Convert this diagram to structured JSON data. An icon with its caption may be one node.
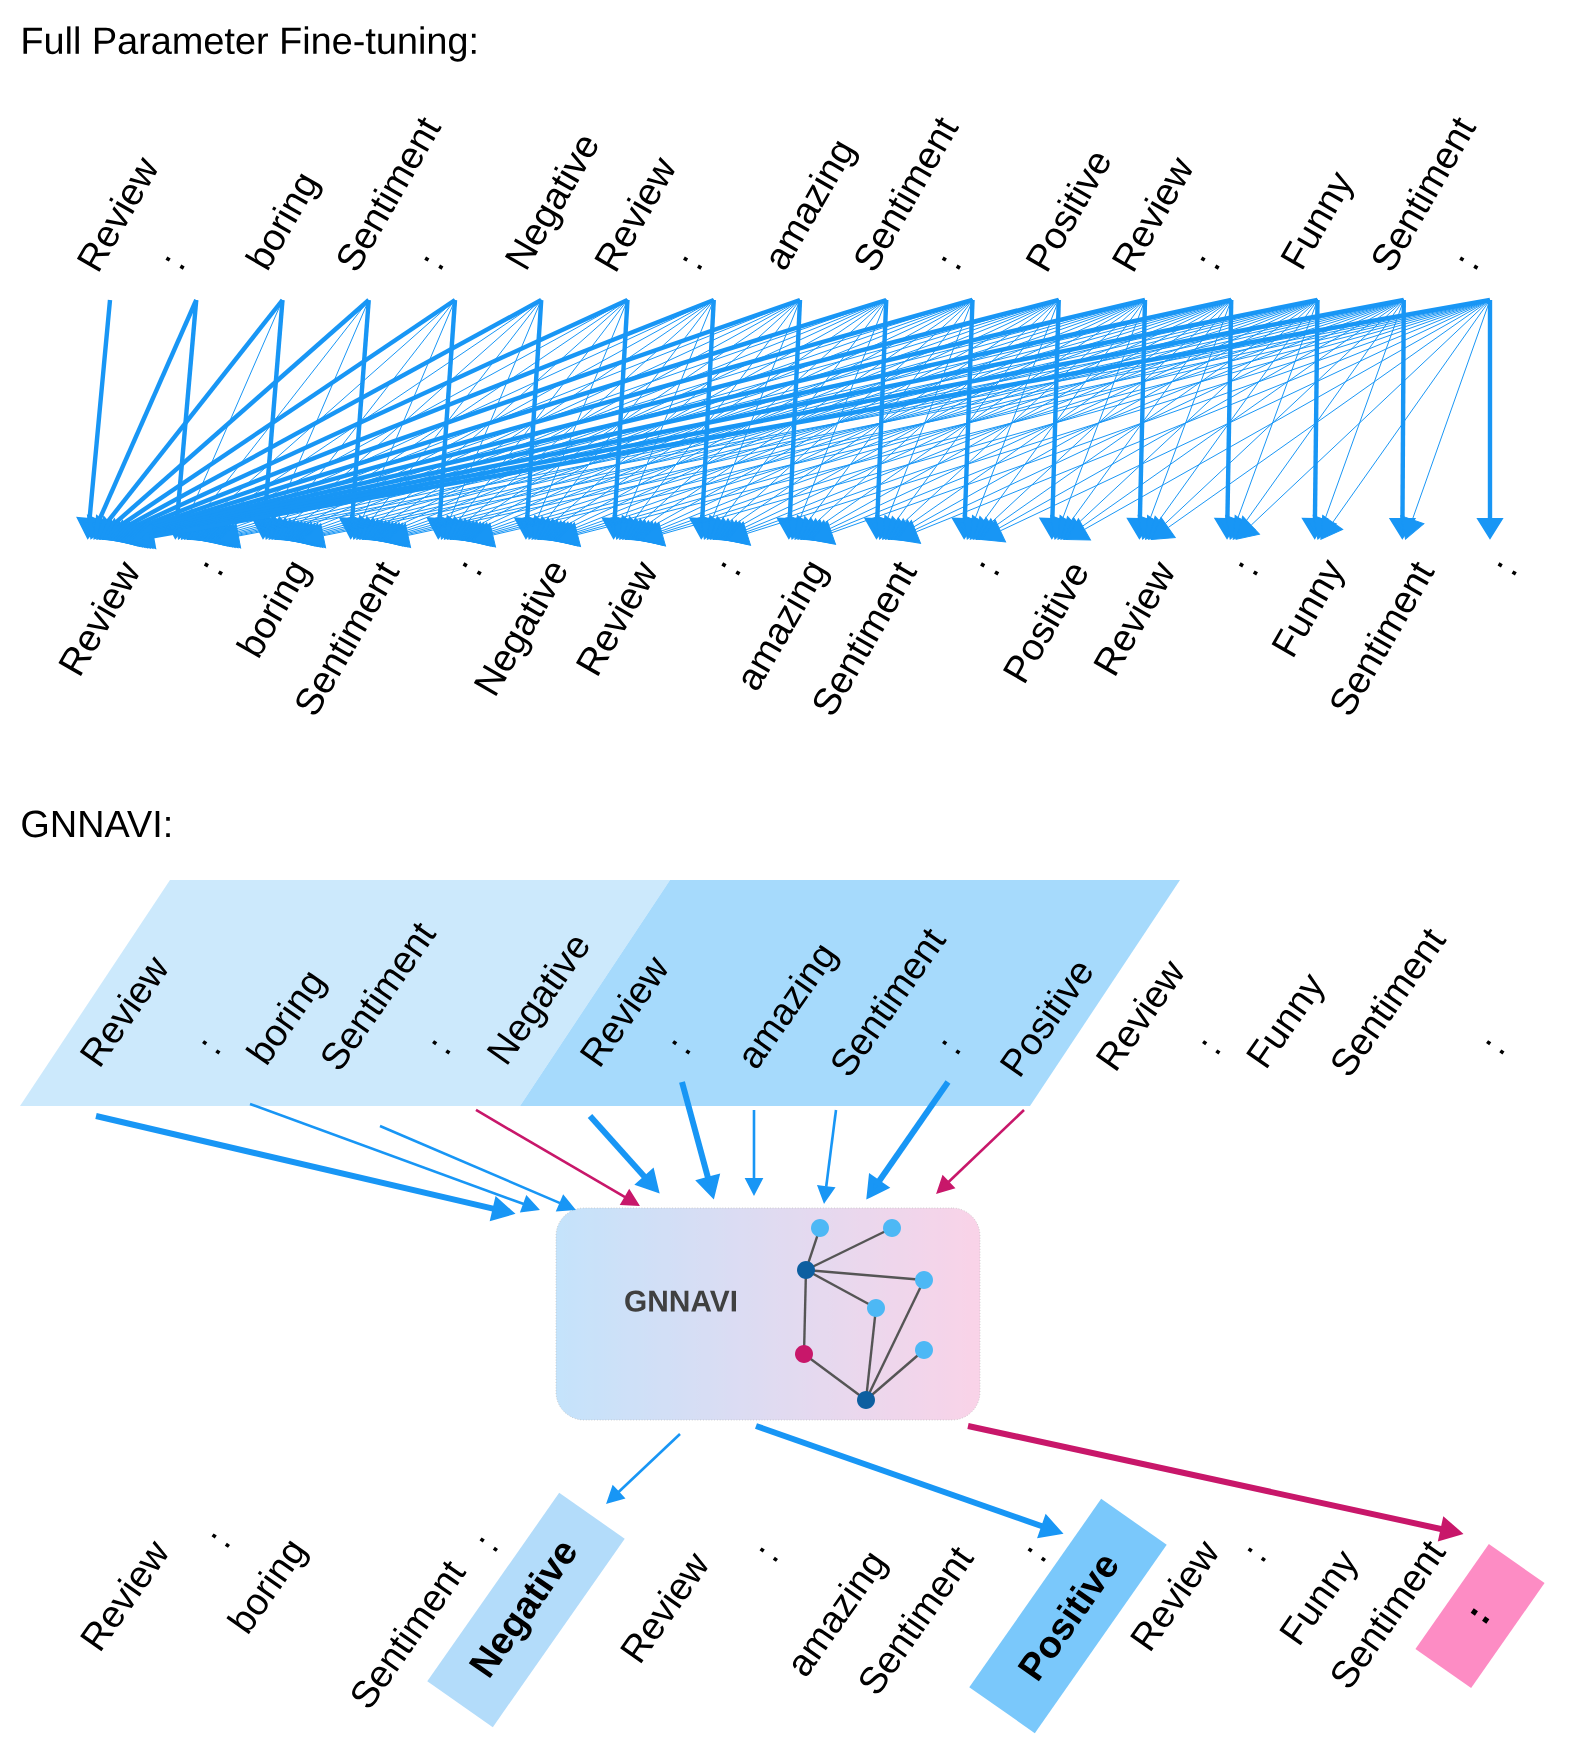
{
  "diagram": {
    "nodes": [
      {
        "text": [
          "Review"
        ]
      },
      {
        "text": [
          ":"
        ]
      },
      {
        "text": [
          "boring"
        ]
      },
      {
        "text": [
          "Sentiment"
        ]
      },
      {
        "text": [
          ":"
        ]
      },
      {
        "text": [
          "Negative"
        ]
      },
      {
        "text": [
          "Review"
        ]
      },
      {
        "text": [
          ":"
        ]
      },
      {
        "text": [
          "amazing"
        ]
      },
      {
        "text": [
          "Sentiment"
        ]
      },
      {
        "text": [
          ":"
        ]
      },
      {
        "text": [
          "Positive"
        ]
      },
      {
        "text": [
          "Review"
        ]
      },
      {
        "text": [
          ":"
        ]
      },
      {
        "text": [
          "Funny"
        ]
      },
      {
        "text": [
          "Sentiment"
        ]
      },
      {
        "text": [
          ":"
        ]
      },
      {
        "text": [
          "Review"
        ]
      },
      {
        "text": [
          ":"
        ]
      },
      {
        "text": [
          "boring"
        ]
      },
      {
        "text": [
          "Sentiment"
        ]
      },
      {
        "text": [
          ":"
        ]
      },
      {
        "text": [
          "Negative"
        ]
      },
      {
        "text": [
          "Review"
        ]
      },
      {
        "text": [
          ":"
        ]
      },
      {
        "text": [
          "amazing"
        ]
      },
      {
        "text": [
          "Sentiment"
        ]
      },
      {
        "text": [
          ":"
        ]
      },
      {
        "text": [
          "Positive"
        ]
      },
      {
        "text": [
          "Review"
        ]
      },
      {
        "text": [
          ":"
        ]
      },
      {
        "text": [
          "Funny"
        ]
      },
      {
        "text": [
          "Sentiment"
        ]
      },
      {
        "text": [
          ":"
        ]
      },
      {
        "text": [],
        "shape": "parallelogram"
      },
      {
        "text": [
          "Review"
        ],
        "in": 34
      },
      {
        "text": [
          ":"
        ],
        "in": 34
      },
      {
        "text": [
          "boring"
        ],
        "in": 34
      },
      {
        "text": [
          "Sentiment"
        ],
        "in": 34
      },
      {
        "text": [
          ":"
        ],
        "in": 34
      },
      {
        "text": [
          "Negative"
        ],
        "in": 34
      },
      {
        "text": [],
        "shape": "parallelogram"
      },
      {
        "text": [
          "Review"
        ],
        "in": 41
      },
      {
        "text": [
          ":"
        ],
        "in": 41
      },
      {
        "text": [
          "amazing"
        ],
        "in": 41
      },
      {
        "text": [
          "Sentiment"
        ],
        "in": 41
      },
      {
        "text": [
          ":"
        ],
        "in": 41
      },
      {
        "text": [
          "Positive"
        ],
        "in": 41
      },
      {
        "text": [
          "Review"
        ]
      },
      {
        "text": [
          ":"
        ]
      },
      {
        "text": [
          "Funny"
        ]
      },
      {
        "text": [
          "Sentiment"
        ]
      },
      {
        "text": [
          ":"
        ]
      },
      {
        "text": [
          "GNNAVI"
        ]
      },
      {
        "text": [
          "Negative"
        ]
      },
      {
        "text": [
          "Positive"
        ]
      },
      {
        "text": [
          ":"
        ]
      }
    ],
    "edges": [
      {
        "from": 0,
        "to": 17,
        "arrow": "to",
        "style": "thick"
      },
      {
        "from": 1,
        "to": 17,
        "arrow": "to",
        "style": "thick"
      },
      {
        "from": 1,
        "to": 18,
        "arrow": "to",
        "style": "thick"
      },
      {
        "from": 2,
        "to": 17,
        "arrow": "to",
        "style": "thick"
      },
      {
        "from": 2,
        "to": 18,
        "arrow": "to"
      },
      {
        "from": 2,
        "to": 19,
        "arrow": "to",
        "style": "thick"
      },
      {
        "from": 3,
        "to": 17,
        "arrow": "to",
        "style": "thick"
      },
      {
        "from": 3,
        "to": 18,
        "arrow": "to"
      },
      {
        "from": 3,
        "to": 19,
        "arrow": "to"
      },
      {
        "from": 3,
        "to": 20,
        "arrow": "to",
        "style": "thick"
      },
      {
        "from": 4,
        "to": 17,
        "arrow": "to",
        "style": "thick"
      },
      {
        "from": 4,
        "to": 18,
        "arrow": "to"
      },
      {
        "from": 4,
        "to": 19,
        "arrow": "to"
      },
      {
        "from": 4,
        "to": 20,
        "arrow": "to"
      },
      {
        "from": 4,
        "to": 21,
        "arrow": "to",
        "style": "thick"
      },
      {
        "from": 5,
        "to": 17,
        "arrow": "to",
        "style": "thick"
      },
      {
        "from": 5,
        "to": 18,
        "arrow": "to"
      },
      {
        "from": 5,
        "to": 19,
        "arrow": "to"
      },
      {
        "from": 5,
        "to": 20,
        "arrow": "to"
      },
      {
        "from": 5,
        "to": 21,
        "arrow": "to"
      },
      {
        "from": 5,
        "to": 22,
        "arrow": "to",
        "style": "thick"
      },
      {
        "from": 6,
        "to": 17,
        "arrow": "to",
        "style": "thick"
      },
      {
        "from": 6,
        "to": 18,
        "arrow": "to"
      },
      {
        "from": 6,
        "to": 19,
        "arrow": "to"
      },
      {
        "from": 6,
        "to": 20,
        "arrow": "to"
      },
      {
        "from": 6,
        "to": 21,
        "arrow": "to"
      },
      {
        "from": 6,
        "to": 22,
        "arrow": "to"
      },
      {
        "from": 6,
        "to": 23,
        "arrow": "to",
        "style": "thick"
      },
      {
        "from": 7,
        "to": 17,
        "arrow": "to",
        "style": "thick"
      },
      {
        "from": 7,
        "to": 18,
        "arrow": "to"
      },
      {
        "from": 7,
        "to": 19,
        "arrow": "to"
      },
      {
        "from": 7,
        "to": 20,
        "arrow": "to"
      },
      {
        "from": 7,
        "to": 21,
        "arrow": "to"
      },
      {
        "from": 7,
        "to": 22,
        "arrow": "to"
      },
      {
        "from": 7,
        "to": 23,
        "arrow": "to"
      },
      {
        "from": 7,
        "to": 24,
        "arrow": "to",
        "style": "thick"
      },
      {
        "from": 8,
        "to": 17,
        "arrow": "to",
        "style": "thick"
      },
      {
        "from": 8,
        "to": 18,
        "arrow": "to"
      },
      {
        "from": 8,
        "to": 19,
        "arrow": "to"
      },
      {
        "from": 8,
        "to": 20,
        "arrow": "to"
      },
      {
        "from": 8,
        "to": 21,
        "arrow": "to"
      },
      {
        "from": 8,
        "to": 22,
        "arrow": "to"
      },
      {
        "from": 8,
        "to": 23,
        "arrow": "to"
      },
      {
        "from": 8,
        "to": 24,
        "arrow": "to"
      },
      {
        "from": 8,
        "to": 25,
        "arrow": "to",
        "style": "thick"
      },
      {
        "from": 9,
        "to": 17,
        "arrow": "to",
        "style": "thick"
      },
      {
        "from": 9,
        "to": 18,
        "arrow": "to"
      },
      {
        "from": 9,
        "to": 19,
        "arrow": "to"
      },
      {
        "from": 9,
        "to": 20,
        "arrow": "to"
      },
      {
        "from": 9,
        "to": 21,
        "arrow": "to"
      },
      {
        "from": 9,
        "to": 22,
        "arrow": "to"
      },
      {
        "from": 9,
        "to": 23,
        "arrow": "to"
      },
      {
        "from": 9,
        "to": 24,
        "arrow": "to"
      },
      {
        "from": 9,
        "to": 25,
        "arrow": "to"
      },
      {
        "from": 9,
        "to": 26,
        "arrow": "to",
        "style": "thick"
      },
      {
        "from": 10,
        "to": 17,
        "arrow": "to",
        "style": "thick"
      },
      {
        "from": 10,
        "to": 18,
        "arrow": "to"
      },
      {
        "from": 10,
        "to": 19,
        "arrow": "to"
      },
      {
        "from": 10,
        "to": 20,
        "arrow": "to"
      },
      {
        "from": 10,
        "to": 21,
        "arrow": "to"
      },
      {
        "from": 10,
        "to": 22,
        "arrow": "to"
      },
      {
        "from": 10,
        "to": 23,
        "arrow": "to"
      },
      {
        "from": 10,
        "to": 24,
        "arrow": "to"
      },
      {
        "from": 10,
        "to": 25,
        "arrow": "to"
      },
      {
        "from": 10,
        "to": 26,
        "arrow": "to"
      },
      {
        "from": 10,
        "to": 27,
        "arrow": "to",
        "style": "thick"
      },
      {
        "from": 11,
        "to": 17,
        "arrow": "to",
        "style": "thick"
      },
      {
        "from": 11,
        "to": 18,
        "arrow": "to"
      },
      {
        "from": 11,
        "to": 19,
        "arrow": "to"
      },
      {
        "from": 11,
        "to": 20,
        "arrow": "to"
      },
      {
        "from": 11,
        "to": 21,
        "arrow": "to"
      },
      {
        "from": 11,
        "to": 22,
        "arrow": "to"
      },
      {
        "from": 11,
        "to": 23,
        "arrow": "to"
      },
      {
        "from": 11,
        "to": 24,
        "arrow": "to"
      },
      {
        "from": 11,
        "to": 25,
        "arrow": "to"
      },
      {
        "from": 11,
        "to": 26,
        "arrow": "to"
      },
      {
        "from": 11,
        "to": 27,
        "arrow": "to"
      },
      {
        "from": 11,
        "to": 28,
        "arrow": "to",
        "style": "thick"
      },
      {
        "from": 12,
        "to": 17,
        "arrow": "to",
        "style": "thick"
      },
      {
        "from": 12,
        "to": 18,
        "arrow": "to"
      },
      {
        "from": 12,
        "to": 19,
        "arrow": "to"
      },
      {
        "from": 12,
        "to": 20,
        "arrow": "to"
      },
      {
        "from": 12,
        "to": 21,
        "arrow": "to"
      },
      {
        "from": 12,
        "to": 22,
        "arrow": "to"
      },
      {
        "from": 12,
        "to": 23,
        "arrow": "to"
      },
      {
        "from": 12,
        "to": 24,
        "arrow": "to"
      },
      {
        "from": 12,
        "to": 25,
        "arrow": "to"
      },
      {
        "from": 12,
        "to": 26,
        "arrow": "to"
      },
      {
        "from": 12,
        "to": 27,
        "arrow": "to"
      },
      {
        "from": 12,
        "to": 28,
        "arrow": "to"
      },
      {
        "from": 12,
        "to": 29,
        "arrow": "to",
        "style": "thick"
      },
      {
        "from": 13,
        "to": 17,
        "arrow": "to",
        "style": "thick"
      },
      {
        "from": 13,
        "to": 18,
        "arrow": "to"
      },
      {
        "from": 13,
        "to": 19,
        "arrow": "to"
      },
      {
        "from": 13,
        "to": 20,
        "arrow": "to"
      },
      {
        "from": 13,
        "to": 21,
        "arrow": "to"
      },
      {
        "from": 13,
        "to": 22,
        "arrow": "to"
      },
      {
        "from": 13,
        "to": 23,
        "arrow": "to"
      },
      {
        "from": 13,
        "to": 24,
        "arrow": "to"
      },
      {
        "from": 13,
        "to": 25,
        "arrow": "to"
      },
      {
        "from": 13,
        "to": 26,
        "arrow": "to"
      },
      {
        "from": 13,
        "to": 27,
        "arrow": "to"
      },
      {
        "from": 13,
        "to": 28,
        "arrow": "to"
      },
      {
        "from": 13,
        "to": 29,
        "arrow": "to"
      },
      {
        "from": 13,
        "to": 30,
        "arrow": "to",
        "style": "thick"
      },
      {
        "from": 14,
        "to": 17,
        "arrow": "to",
        "style": "thick"
      },
      {
        "from": 14,
        "to": 18,
        "arrow": "to"
      },
      {
        "from": 14,
        "to": 19,
        "arrow": "to"
      },
      {
        "from": 14,
        "to": 20,
        "arrow": "to"
      },
      {
        "from": 14,
        "to": 21,
        "arrow": "to"
      },
      {
        "from": 14,
        "to": 22,
        "arrow": "to"
      },
      {
        "from": 14,
        "to": 23,
        "arrow": "to"
      },
      {
        "from": 14,
        "to": 24,
        "arrow": "to"
      },
      {
        "from": 14,
        "to": 25,
        "arrow": "to"
      },
      {
        "from": 14,
        "to": 26,
        "arrow": "to"
      },
      {
        "from": 14,
        "to": 27,
        "arrow": "to"
      },
      {
        "from": 14,
        "to": 28,
        "arrow": "to"
      },
      {
        "from": 14,
        "to": 29,
        "arrow": "to"
      },
      {
        "from": 14,
        "to": 30,
        "arrow": "to"
      },
      {
        "from": 14,
        "to": 31,
        "arrow": "to",
        "style": "thick"
      },
      {
        "from": 15,
        "to": 17,
        "arrow": "to",
        "style": "thick"
      },
      {
        "from": 15,
        "to": 18,
        "arrow": "to"
      },
      {
        "from": 15,
        "to": 19,
        "arrow": "to"
      },
      {
        "from": 15,
        "to": 20,
        "arrow": "to"
      },
      {
        "from": 15,
        "to": 21,
        "arrow": "to"
      },
      {
        "from": 15,
        "to": 22,
        "arrow": "to"
      },
      {
        "from": 15,
        "to": 23,
        "arrow": "to"
      },
      {
        "from": 15,
        "to": 24,
        "arrow": "to"
      },
      {
        "from": 15,
        "to": 25,
        "arrow": "to"
      },
      {
        "from": 15,
        "to": 26,
        "arrow": "to"
      },
      {
        "from": 15,
        "to": 27,
        "arrow": "to"
      },
      {
        "from": 15,
        "to": 28,
        "arrow": "to"
      },
      {
        "from": 15,
        "to": 29,
        "arrow": "to"
      },
      {
        "from": 15,
        "to": 30,
        "arrow": "to"
      },
      {
        "from": 15,
        "to": 31,
        "arrow": "to"
      },
      {
        "from": 15,
        "to": 32,
        "arrow": "to",
        "style": "thick"
      },
      {
        "from": 16,
        "to": 17,
        "arrow": "to",
        "style": "thick"
      },
      {
        "from": 16,
        "to": 18,
        "arrow": "to"
      },
      {
        "from": 16,
        "to": 19,
        "arrow": "to"
      },
      {
        "from": 16,
        "to": 20,
        "arrow": "to"
      },
      {
        "from": 16,
        "to": 21,
        "arrow": "to"
      },
      {
        "from": 16,
        "to": 22,
        "arrow": "to"
      },
      {
        "from": 16,
        "to": 23,
        "arrow": "to"
      },
      {
        "from": 16,
        "to": 24,
        "arrow": "to"
      },
      {
        "from": 16,
        "to": 25,
        "arrow": "to"
      },
      {
        "from": 16,
        "to": 26,
        "arrow": "to"
      },
      {
        "from": 16,
        "to": 27,
        "arrow": "to"
      },
      {
        "from": 16,
        "to": 28,
        "arrow": "to"
      },
      {
        "from": 16,
        "to": 29,
        "arrow": "to"
      },
      {
        "from": 16,
        "to": 30,
        "arrow": "to"
      },
      {
        "from": 16,
        "to": 31,
        "arrow": "to"
      },
      {
        "from": 16,
        "to": 32,
        "arrow": "to"
      },
      {
        "from": 16,
        "to": 33,
        "arrow": "to",
        "style": "thick"
      },
      {
        "from": 35,
        "to": 53,
        "arrow": "to",
        "style": "thick"
      },
      {
        "from": 37,
        "to": 53,
        "arrow": "to"
      },
      {
        "from": 38,
        "to": 53,
        "arrow": "to"
      },
      {
        "from": 40,
        "to": 53,
        "arrow": "to",
        "color": "#c8176a"
      },
      {
        "from": 42,
        "to": 53,
        "arrow": "to",
        "style": "thick"
      },
      {
        "from": 43,
        "to": 53,
        "arrow": "to",
        "style": "thick"
      },
      {
        "from": 44,
        "to": 53,
        "arrow": "to"
      },
      {
        "from": 45,
        "to": 53,
        "arrow": "to"
      },
      {
        "from": 46,
        "to": 53,
        "arrow": "to",
        "style": "thick"
      },
      {
        "from": 47,
        "to": 53,
        "arrow": "to",
        "color": "#c8176a"
      },
      {
        "from": 53,
        "to": 54,
        "arrow": "to"
      },
      {
        "from": 53,
        "to": 55,
        "arrow": "to",
        "style": "thick"
      },
      {
        "from": 53,
        "to": 56,
        "arrow": "to",
        "style": "thick",
        "color": "#c8176a"
      }
    ],
    "labels": [
      "Full Parameter Fine-tuning:",
      "GNNAVI:",
      "Review",
      ":",
      "boring",
      "Sentiment",
      ":",
      "Review",
      ":",
      "amazing",
      "Sentiment",
      ":",
      "Review",
      ":",
      "Funny",
      "Sentiment"
    ]
  }
}
